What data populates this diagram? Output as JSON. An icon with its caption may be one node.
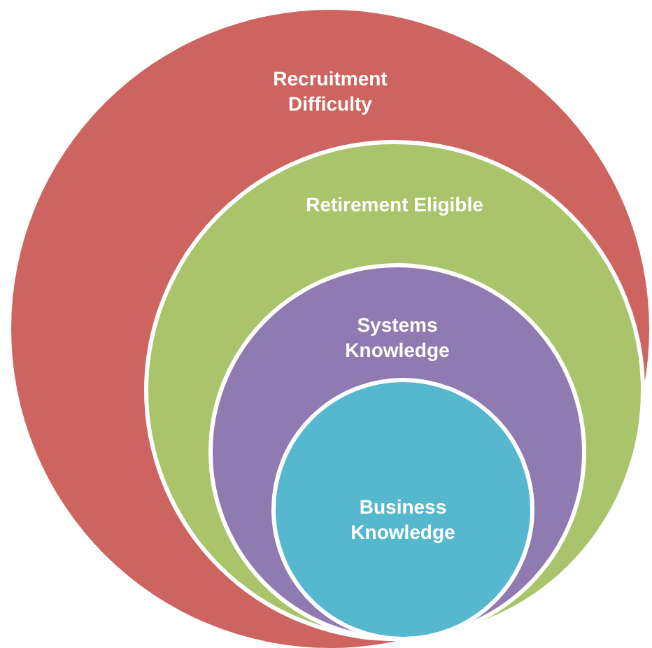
{
  "diagram": {
    "nodes": [
      {
        "text": [
          "Recruitment Difficulty"
        ]
      },
      {
        "text": [
          "Retirement Eligible"
        ],
        "in": 0
      },
      {
        "text": [
          "Systems Knowledge"
        ],
        "in": 1
      },
      {
        "text": [
          "Business Knowledge"
        ],
        "in": 2
      }
    ]
  }
}
